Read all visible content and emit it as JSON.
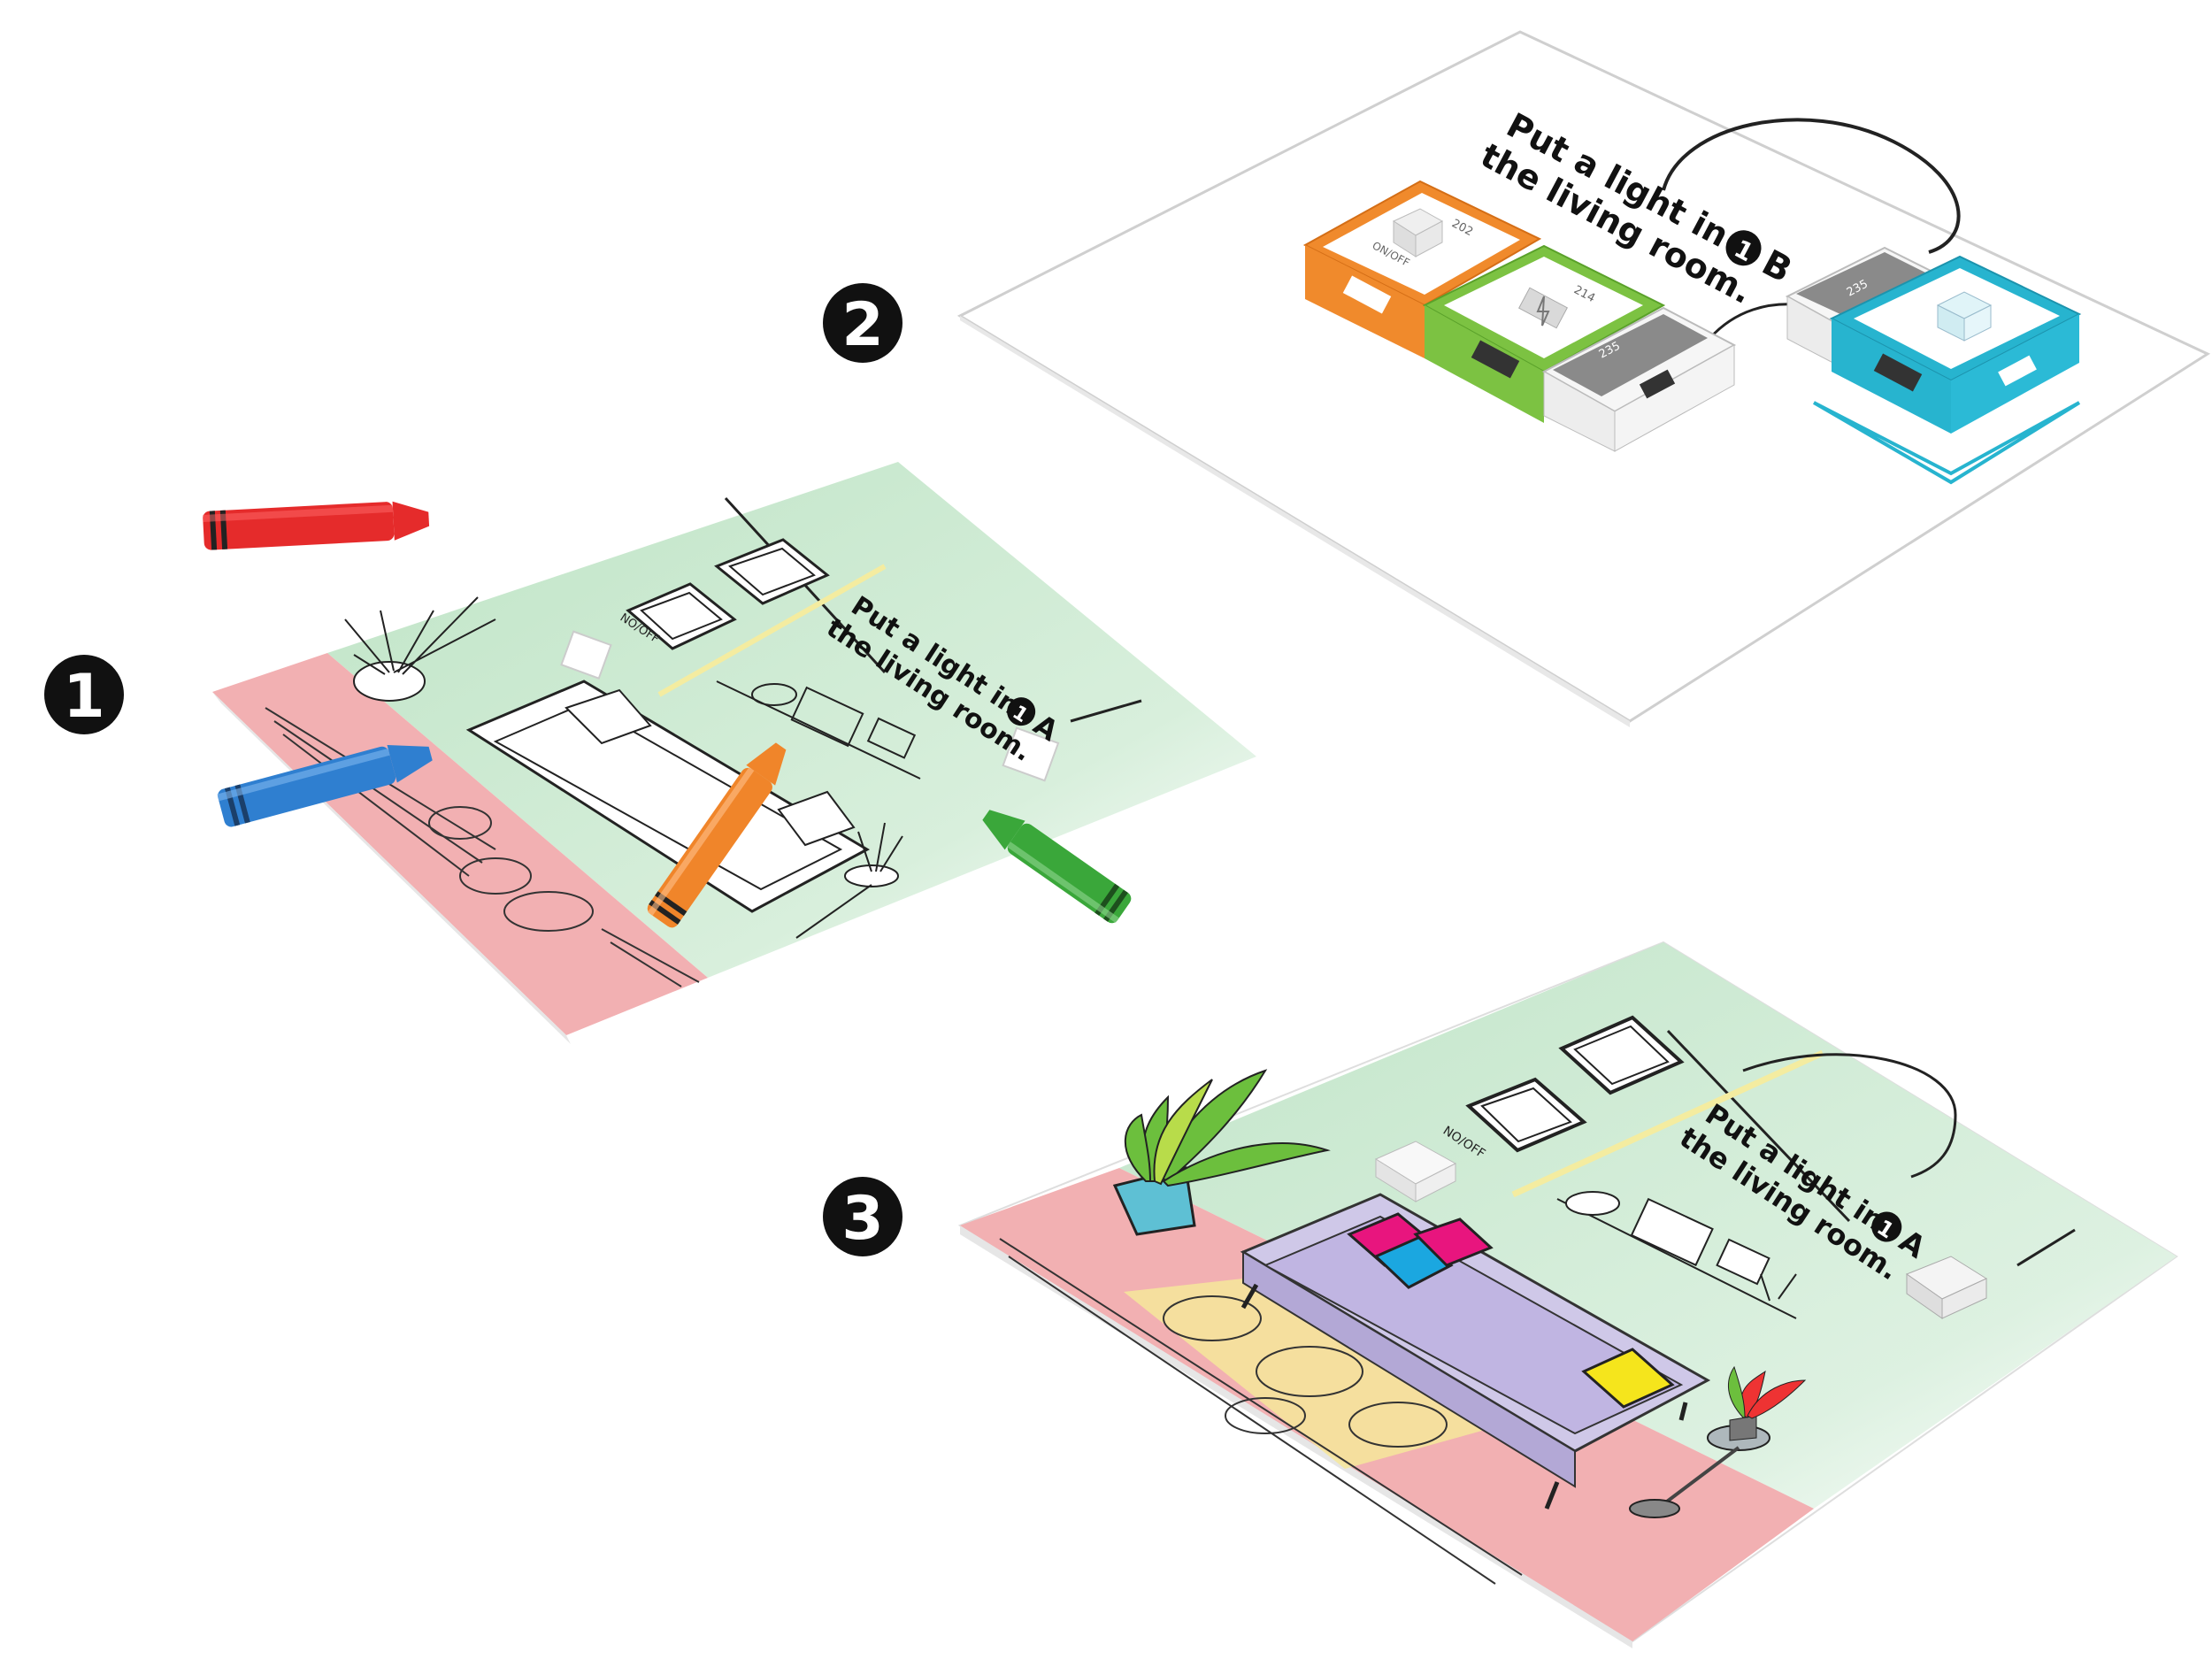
{
  "steps": [
    {
      "number": "1"
    },
    {
      "number": "2"
    },
    {
      "number": "3"
    }
  ],
  "sheet_a": {
    "line1": "Put a light in",
    "badge_num": "1",
    "badge_letter": "A",
    "line2": "the living room.",
    "switch_label": "NO/OFF"
  },
  "sheet_b": {
    "line1": "Put a light in",
    "badge_num": "1",
    "badge_letter": "B",
    "line2": "the living room.",
    "module_orange": {
      "code": "202",
      "label": "ON/OFF"
    },
    "module_green": {
      "code": "214"
    },
    "module_battery": {
      "code": "235"
    },
    "module_blue": {
      "code": "235"
    }
  },
  "sheet_c": {
    "line1": "Put a light in",
    "badge_num": "1",
    "badge_letter": "A",
    "line2": "the living room.",
    "switch_label": "NO/OFF"
  },
  "colors": {
    "wall_green": "#cde9d2",
    "floor_pink": "#f2b0b2",
    "sofa_purple": "#cfc8e8",
    "orange": "#f08a2c",
    "green": "#7cc242",
    "cyan": "#27b4cf",
    "red_crayon": "#e52b2b",
    "blue_crayon": "#2f7fd0",
    "orange_crayon": "#f0852a",
    "green_crayon": "#3aa73a"
  },
  "icons": [
    "crayon-red-icon",
    "crayon-blue-icon",
    "crayon-orange-icon",
    "crayon-green-icon"
  ]
}
